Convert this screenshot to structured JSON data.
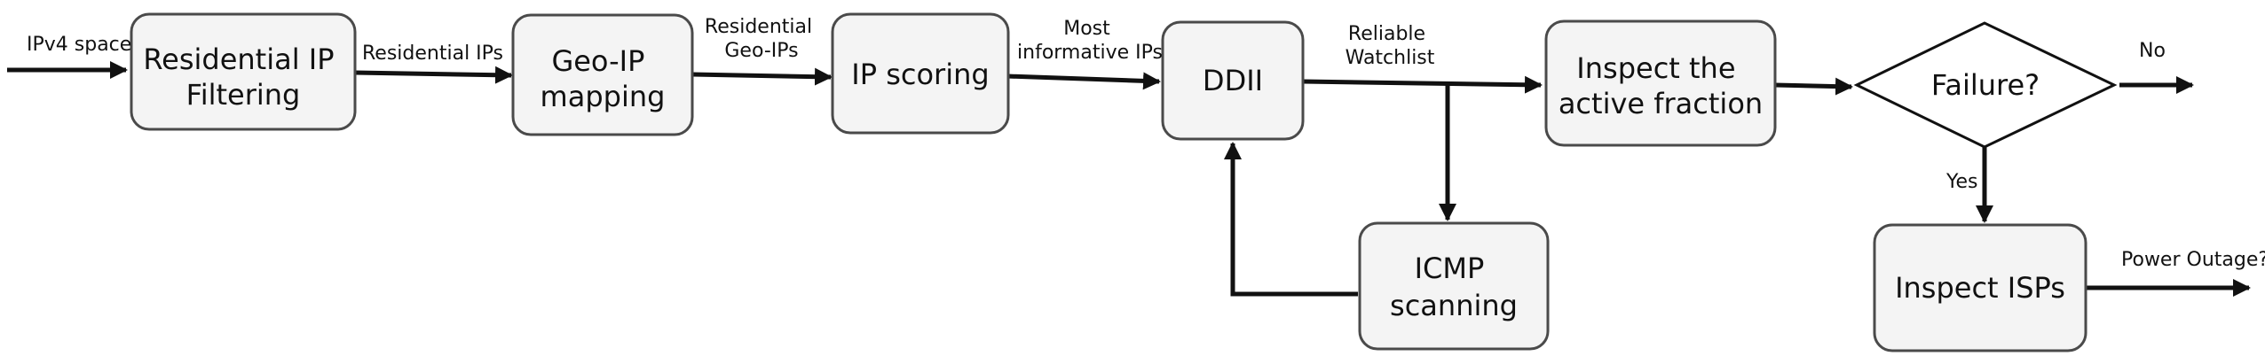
{
  "nodes": {
    "residential_filtering": [
      "Residential IP",
      "Filtering"
    ],
    "geo_ip_mapping": [
      "Geo-IP",
      "mapping"
    ],
    "ip_scoring": [
      "IP scoring"
    ],
    "ddii": [
      "DDII"
    ],
    "inspect_active_fraction": [
      "Inspect the",
      "active fraction"
    ],
    "failure": [
      "Failure?"
    ],
    "icmp_scanning": [
      "ICMP",
      "scanning"
    ],
    "inspect_isps": [
      "Inspect ISPs"
    ]
  },
  "edges": {
    "ipv4_space": [
      "IPv4 space"
    ],
    "residential_ips": [
      "Residential IPs"
    ],
    "residential_geo_ips": [
      "Residential",
      "Geo-IPs"
    ],
    "most_informative_ips": [
      "Most",
      "informative IPs"
    ],
    "reliable_watchlist": [
      "Reliable",
      "Watchlist"
    ],
    "no": [
      "No"
    ],
    "yes": [
      "Yes"
    ],
    "power_outage": [
      "Power Outage?"
    ]
  }
}
